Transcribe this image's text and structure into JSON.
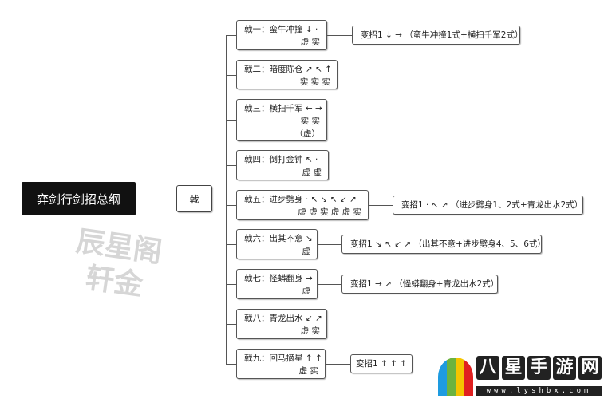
{
  "root": "弈剑行剑招总纲",
  "branch": "戟",
  "items": [
    {
      "title": "戟一：蛮牛冲撞 ↓ ·",
      "types": "虚 实",
      "variant": "变招1 ↓ → （蛮牛冲撞1式+横扫千军2式）"
    },
    {
      "title": "戟二：暗度陈仓 ↗ ↖ ↑",
      "types": "实 实 实",
      "variant": null
    },
    {
      "title": "戟三：横扫千军 ← →",
      "types": "实 实\n（虚）",
      "variant": null
    },
    {
      "title": "戟四：倒打金钟 ↖ ·",
      "types": "虚 虚",
      "variant": null
    },
    {
      "title": "戟五：进步劈身 · ↖ ↘ ↖ ↙ ↗",
      "types": "虚 虚 实 虚 虚 实",
      "variant": "变招1 · ↖ ↗ （进步劈身1、2式+青龙出水2式）"
    },
    {
      "title": "戟六：出其不意 ↘",
      "types": "虚",
      "variant": "变招1 ↘ ↖ ↙ ↗ （出其不意+进步劈身4、5、6式）"
    },
    {
      "title": "戟七：怪蟒翻身 →",
      "types": "虚",
      "variant": "变招1 → ↗ （怪蟒翻身+青龙出水2式）"
    },
    {
      "title": "戟八：青龙出水 ↙ ↗",
      "types": "虚 实",
      "variant": null
    },
    {
      "title": "戟九：回马摘星 ↑ ↑",
      "types": "虚 实",
      "variant": "变招1 ↑ ↑ ↑"
    }
  ],
  "watermark": "辰星阁\n轩金",
  "logo": {
    "brand": [
      "八",
      "星",
      "手",
      "游",
      "网"
    ],
    "url": "www.lyshbx.com",
    "colors": [
      "#1e9be0",
      "#6cb33f",
      "#f5c400",
      "#e02020"
    ]
  }
}
